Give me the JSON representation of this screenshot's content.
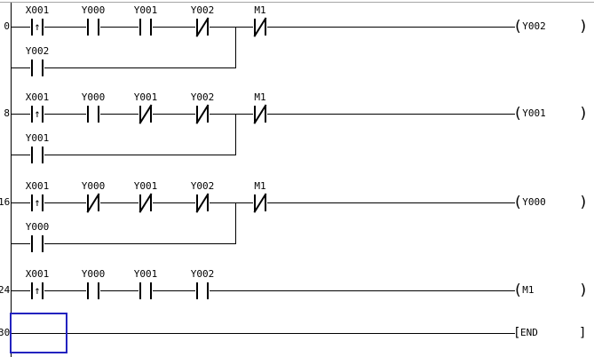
{
  "app": {
    "name": "plc-ladder-editor"
  },
  "ladder": {
    "colors": {
      "line": "#000000",
      "text": "#000000",
      "selection": "#2323bf",
      "background": "#ffffff",
      "top_border": "#a6a6a6"
    },
    "rungs": [
      {
        "step": "0",
        "contacts": [
          {
            "label": "X001",
            "type": "rising"
          },
          {
            "label": "Y000",
            "type": "no"
          },
          {
            "label": "Y001",
            "type": "no"
          },
          {
            "label": "Y002",
            "type": "nc"
          },
          {
            "label": "M1",
            "type": "nc"
          }
        ],
        "branch": {
          "label": "Y002",
          "type": "no"
        },
        "coil": {
          "kind": "coil",
          "label": "Y002"
        }
      },
      {
        "step": "8",
        "contacts": [
          {
            "label": "X001",
            "type": "rising"
          },
          {
            "label": "Y000",
            "type": "no"
          },
          {
            "label": "Y001",
            "type": "nc"
          },
          {
            "label": "Y002",
            "type": "nc"
          },
          {
            "label": "M1",
            "type": "nc"
          }
        ],
        "branch": {
          "label": "Y001",
          "type": "no"
        },
        "coil": {
          "kind": "coil",
          "label": "Y001"
        }
      },
      {
        "step": "16",
        "contacts": [
          {
            "label": "X001",
            "type": "rising"
          },
          {
            "label": "Y000",
            "type": "nc"
          },
          {
            "label": "Y001",
            "type": "nc"
          },
          {
            "label": "Y002",
            "type": "nc"
          },
          {
            "label": "M1",
            "type": "nc"
          }
        ],
        "branch": {
          "label": "Y000",
          "type": "no"
        },
        "coil": {
          "kind": "coil",
          "label": "Y000"
        }
      },
      {
        "step": "24",
        "contacts": [
          {
            "label": "X001",
            "type": "rising"
          },
          {
            "label": "Y000",
            "type": "no"
          },
          {
            "label": "Y001",
            "type": "no"
          },
          {
            "label": "Y002",
            "type": "no"
          }
        ],
        "coil": {
          "kind": "coil",
          "label": "M1"
        }
      },
      {
        "step": "30",
        "contacts": [],
        "selected": true,
        "coil": {
          "kind": "end",
          "label": "END"
        }
      }
    ]
  }
}
